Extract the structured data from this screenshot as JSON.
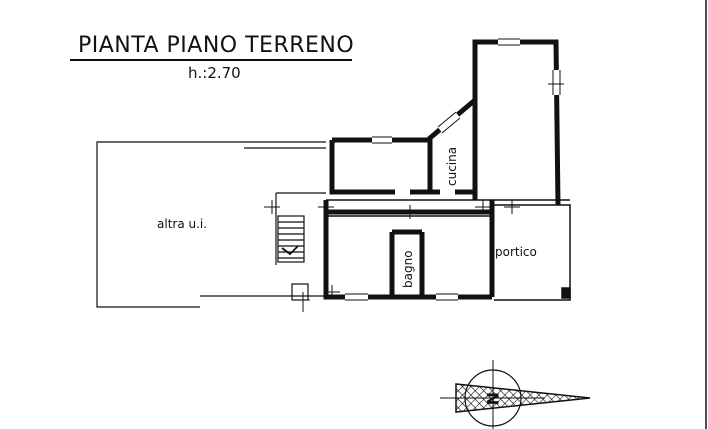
{
  "drawing": {
    "title": "PIANTA  PIANO  TERRENO",
    "height_label": "h.:2.70"
  },
  "rooms": {
    "other_unit": "altra u.i.",
    "kitchen": "cucina",
    "bathroom": "bagno",
    "porch": "portico"
  },
  "north_arrow": {
    "letter": "N"
  }
}
